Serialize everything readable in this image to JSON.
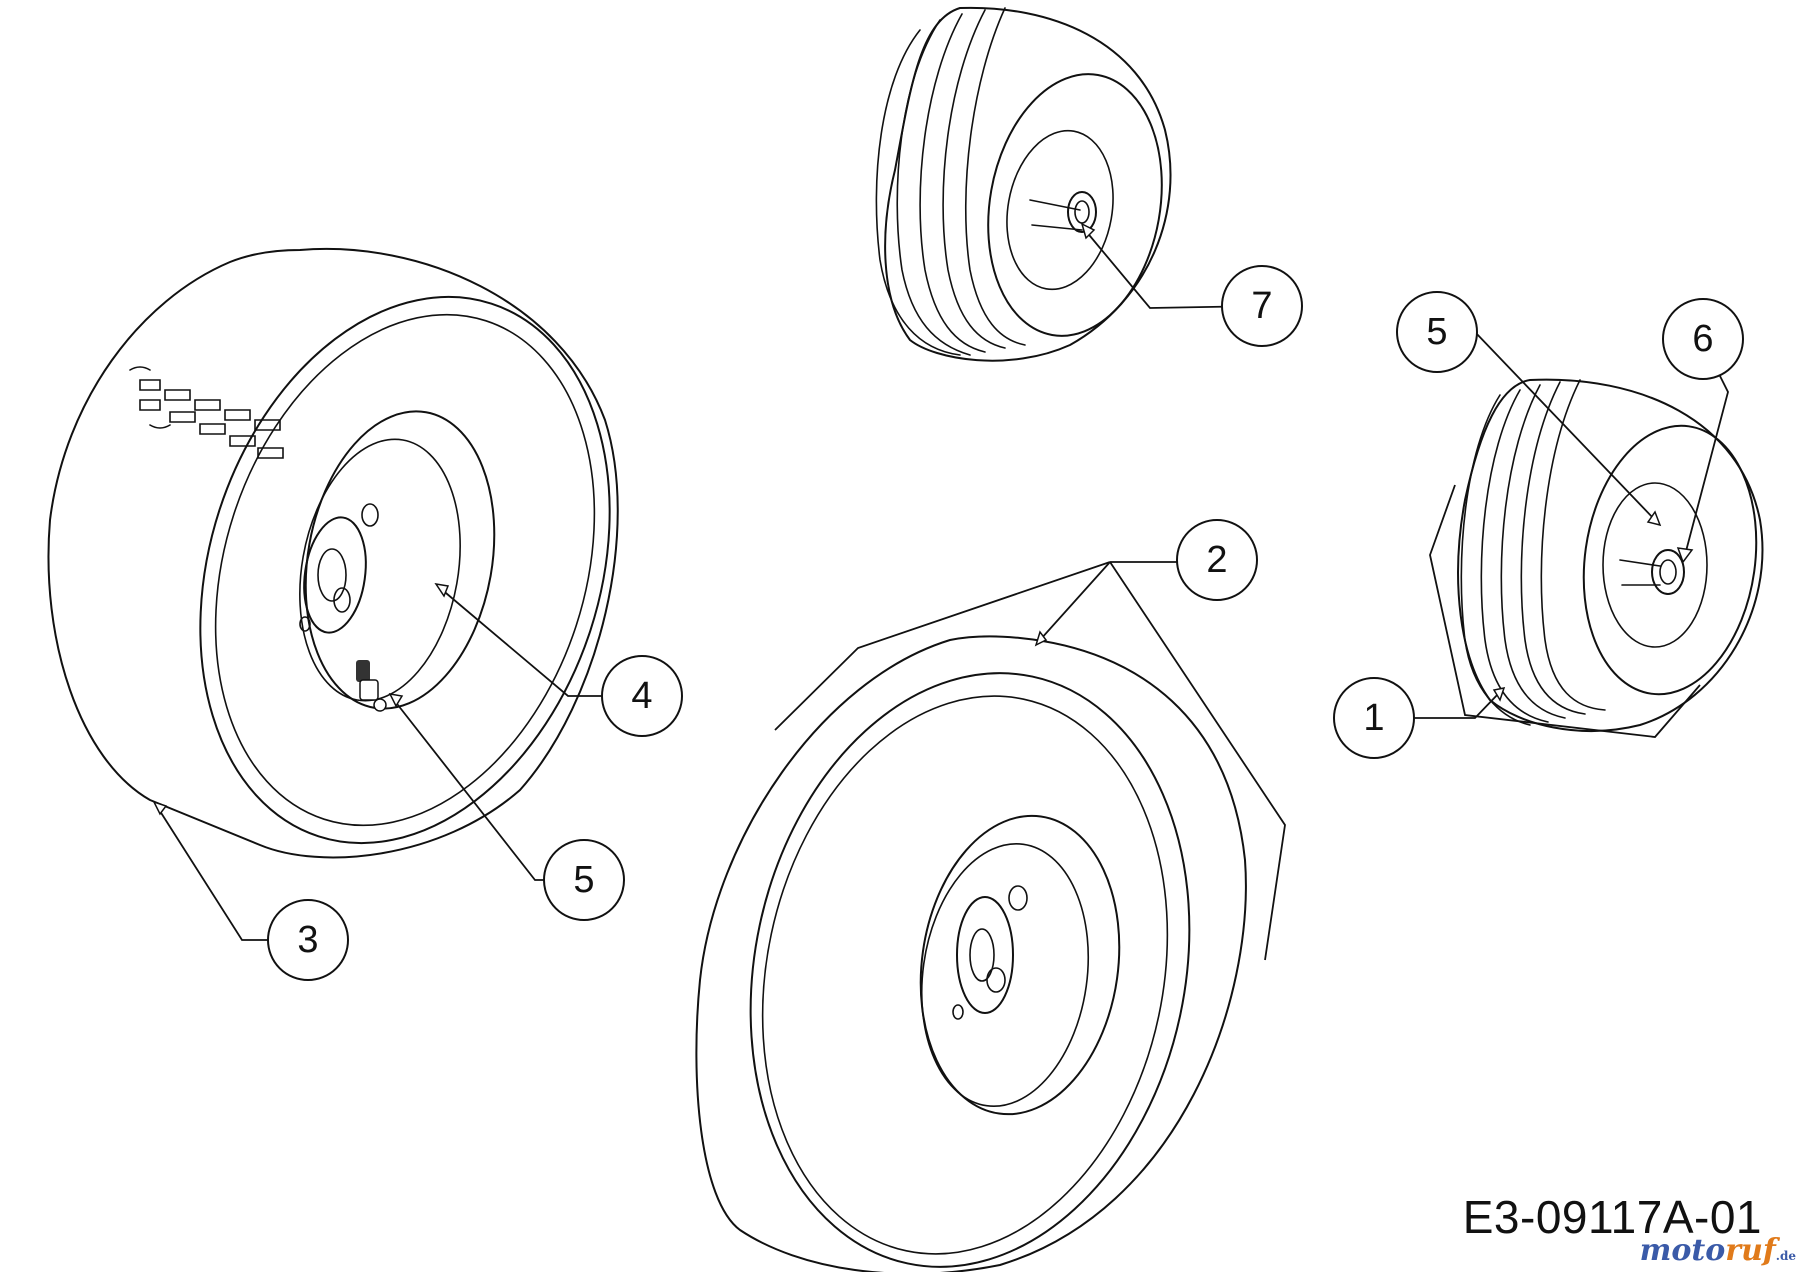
{
  "drawing": {
    "code": "E3-09117A-01",
    "watermark": {
      "main": "moto",
      "accent": "ruf",
      "suffix": ".de"
    }
  },
  "callouts": [
    {
      "id": "c1",
      "label": "1"
    },
    {
      "id": "c2",
      "label": "2"
    },
    {
      "id": "c3",
      "label": "3"
    },
    {
      "id": "c4",
      "label": "4"
    },
    {
      "id": "c5a",
      "label": "5"
    },
    {
      "id": "c5b",
      "label": "5"
    },
    {
      "id": "c6",
      "label": "6"
    },
    {
      "id": "c7",
      "label": "7"
    }
  ]
}
